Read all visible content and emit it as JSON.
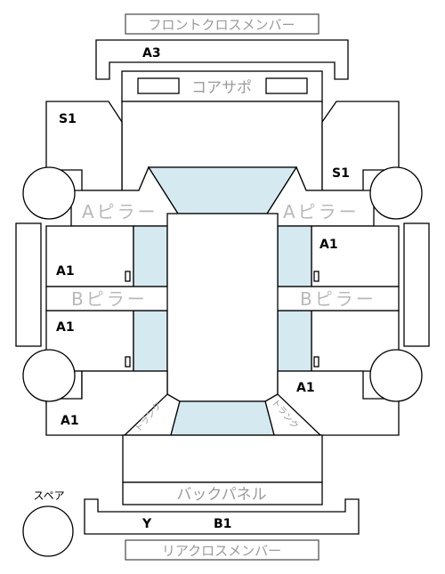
{
  "labels": {
    "front_cross_member": "フロントクロスメンバー",
    "rear_cross_member": "リアクロスメンバー",
    "core_support": "コアサポ",
    "back_panel": "バックパネル",
    "a_pillar": "Aピラー",
    "b_pillar": "Bピラー",
    "spare": "スペア",
    "a3": "A3",
    "s1": "S1",
    "a1": "A1",
    "y": "Y",
    "b1": "B1",
    "trunk": "トランク"
  },
  "colors": {
    "glass": "#d5e9f1",
    "outline": "#000000",
    "label_gray": "#9a9a9a"
  }
}
